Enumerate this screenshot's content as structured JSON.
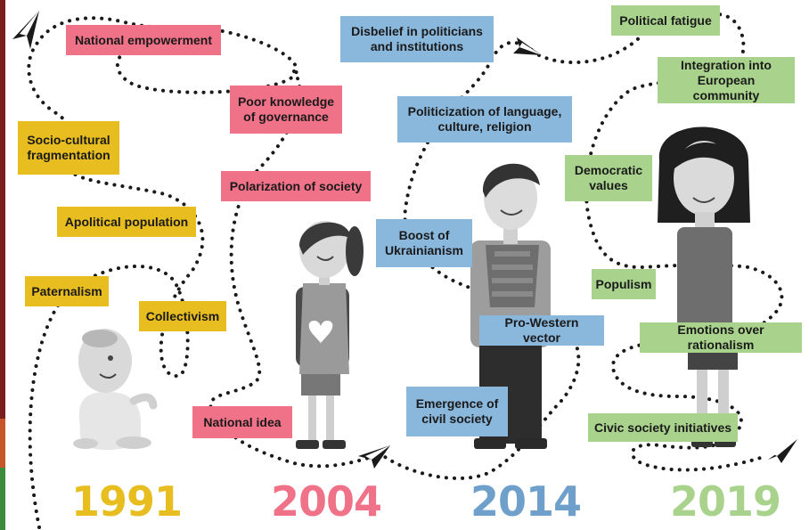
{
  "colors": {
    "y1991": "#e8bd1f",
    "y2004": "#f07288",
    "y2014": "#8ab7dc",
    "y2019": "#a9d38d",
    "path": "#1a1a1a",
    "figure_gray": "#8c8c8c"
  },
  "years": [
    "1991",
    "2004",
    "2014",
    "2019"
  ],
  "labels": {
    "y1991": [
      "Socio-cultural fragmentation",
      "Apolitical population",
      "Paternalism",
      "Collectivism"
    ],
    "y2004": [
      "National empowerment",
      "Poor knowledge of governance",
      "Polarization of society",
      "National idea"
    ],
    "y2014": [
      "Disbelief in politicians and institutions",
      "Politicization of language, culture, religion",
      "Boost of Ukrainianism",
      "Pro-Western vector",
      "Emergence of civil society"
    ],
    "y2019": [
      "Political fatigue",
      "Integration into European community",
      "Democratic values",
      "Populism",
      "Emotions over rationalism",
      "Civic society initiatives"
    ]
  },
  "icons": [
    "paper-plane-icon",
    "baby-icon",
    "girl-icon",
    "teen-boy-icon",
    "woman-icon"
  ]
}
